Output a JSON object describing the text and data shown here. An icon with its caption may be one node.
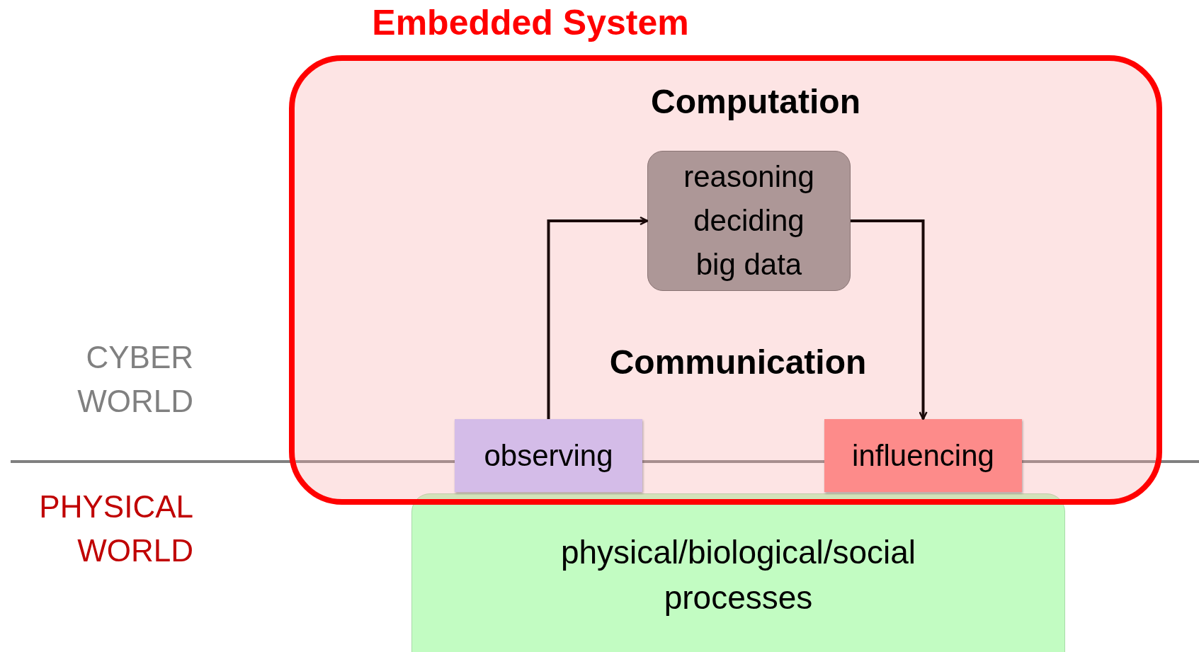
{
  "diagram": {
    "nodes": [
      {
        "text": [
          "Embedded System",
          "Computation",
          "Communication"
        ]
      },
      {
        "text": [
          "reasoning deciding big data"
        ],
        "in": 0
      },
      {
        "text": [
          "observing"
        ],
        "in": 0
      },
      {
        "text": [
          "influencing"
        ],
        "in": 0
      },
      {
        "text": [
          "physical/biological/social processes"
        ]
      }
    ],
    "edges": [
      {
        "from": 2,
        "to": 1,
        "arrow": "to"
      },
      {
        "from": 1,
        "to": 3,
        "arrow": "to"
      }
    ],
    "labels": [
      "CYBER WORLD",
      "PHYSICAL WORLD"
    ]
  }
}
